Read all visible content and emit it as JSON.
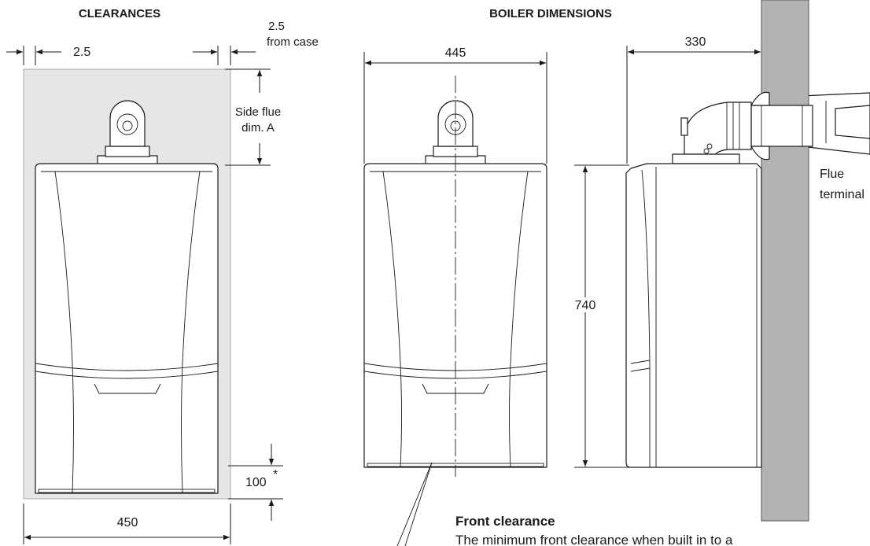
{
  "clearances": {
    "heading": "CLEARANCES",
    "dim_side_left": "2.5",
    "dim_side_right_line1": "2.5",
    "dim_side_right_line2": "from case",
    "side_flue_line1": "Side flue",
    "side_flue_line2": "dim. A",
    "dim_bottom": "100",
    "dim_bottom_mark": "*",
    "dim_width": "450",
    "panel_color": "#e6e6e6"
  },
  "boiler_dimensions": {
    "heading": "BOILER DIMENSIONS",
    "dim_width": "445",
    "dim_height": "740",
    "dim_depth": "330",
    "flue_label_line1": "Flue",
    "flue_label_line2": "terminal",
    "wall_color": "#b3b3b3"
  },
  "front_clearance": {
    "title": "Front clearance",
    "text": "The minimum front clearance when built in to a"
  }
}
